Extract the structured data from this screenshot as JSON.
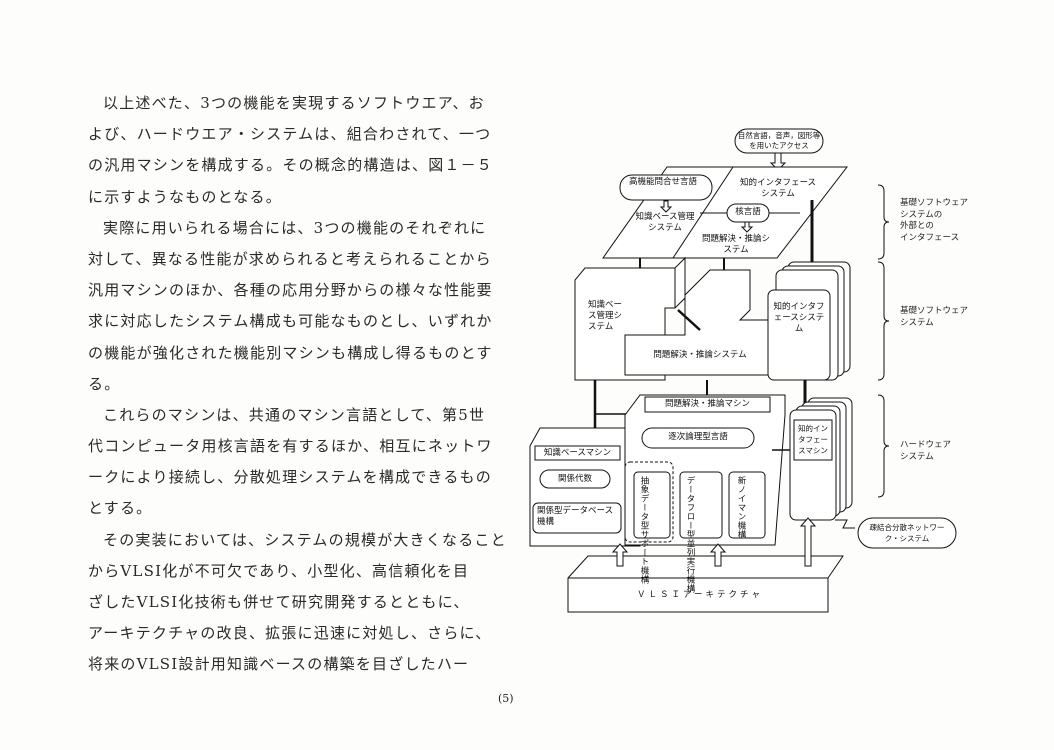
{
  "body_text": {
    "lines": [
      "以上述べた、3つの機能を実現するソフトウエア、お",
      "よび、ハードウエア・システムは、組合わされて、一つ",
      "の汎用マシンを構成する。その概念的構造は、図１－５",
      "に示すようなものとなる。",
      "実際に用いられる場合には、3つの機能のそれぞれに",
      "対して、異なる性能が求められると考えられることから",
      "汎用マシンのほか、各種の応用分野からの様々な性能要",
      "求に対応したシステム構成も可能なものとし、いずれか",
      "の機能が強化された機能別マシンも構成し得るものとす",
      "る。",
      "これらのマシンは、共通のマシン言語として、第5世",
      "代コンピュータ用核言語を有するほか、相互にネットワ",
      "ークにより接続し、分散処理システムを構成できるもの",
      "とする。",
      "その実装においては、システムの規模が大きくなること",
      "からVLSI化が不可欠であり、小型化、高信頼化を目",
      "ざしたVLSI化技術も併せて研究開発するとともに、",
      "アーキテクチャの改良、拡張に迅速に対処し、さらに、",
      "将来のVLSI設計用知識ベースの構築を目ざしたハー"
    ]
  },
  "diagram": {
    "access": "自然言語，音声，図形等を用いたアクセス",
    "query_lang": "高機能問合せ言語",
    "kb_mgmt_top": "知識ベース管理システム",
    "intelligent_if_top": "知的インタフェースシステム",
    "kernel_lang": "核言語",
    "problem_solving_top": "問題解決・推論システム",
    "kb_mgmt_mid": "知識ベース管理システム",
    "problem_solving_mid": "問題解決・推論システム",
    "intelligent_if_mid": "知的インタフェースシステム",
    "problem_solving_machine": "問題解決・推論マシン",
    "kb_machine": "知識ベースマシン",
    "seq_logic_lang": "逐次論理型言語",
    "relational_algebra": "関係代数",
    "relational_db": "関係型データベース機構",
    "abstract_data": "抽象データ型サポート機構",
    "dataflow": "データフロー型並列実行機構",
    "neumann": "新ノイマン機構",
    "intelligent_if_machine": "知的インタフェースマシン",
    "network": "疎結合分散ネットワーク・システム",
    "vlsi": "ＶＬＳＩアーキテクチャ",
    "side_labels": [
      "基礎ソフトウェア\nシステムの\n外部との\nインタフェース",
      "基礎ソフトウェア\nシステム",
      "ハードウェア\nシステム"
    ]
  },
  "page_number": "(5)"
}
